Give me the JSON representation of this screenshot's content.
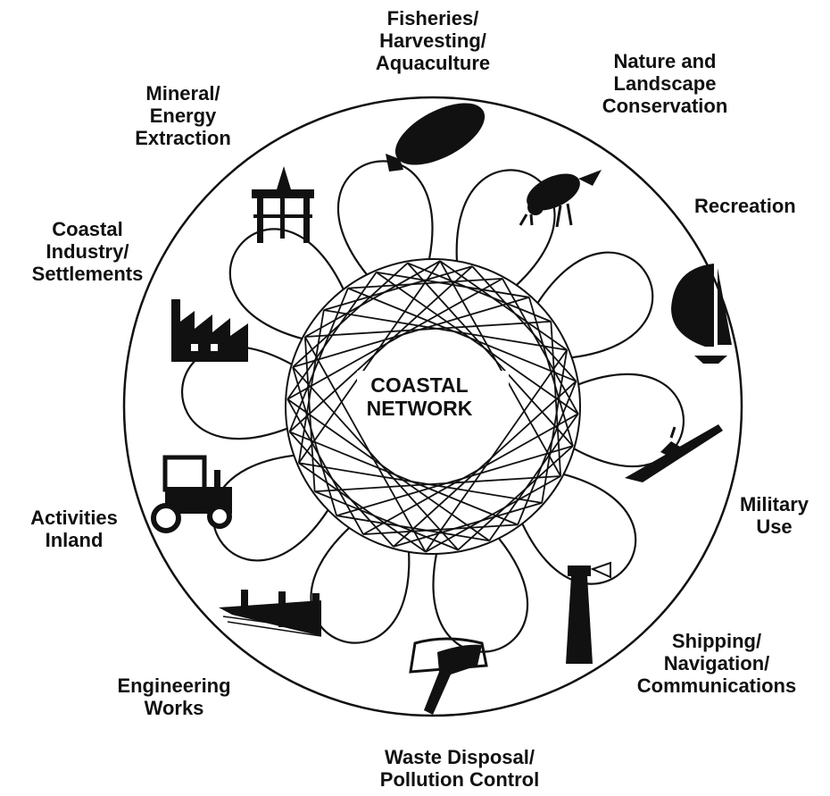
{
  "diagram": {
    "center_label": "COASTAL\nNETWORK",
    "sectors": [
      {
        "id": "fisheries",
        "label": "Fisheries/\nHarvesting/\nAquaculture",
        "icon": "fish-icon"
      },
      {
        "id": "nature",
        "label": "Nature and\nLandscape\nConservation",
        "icon": "bird-icon"
      },
      {
        "id": "recreation",
        "label": "Recreation",
        "icon": "sailboat-icon"
      },
      {
        "id": "military",
        "label": "Military\nUse",
        "icon": "warship-icon"
      },
      {
        "id": "shipping",
        "label": "Shipping/\nNavigation/\nCommunications",
        "icon": "lighthouse-icon"
      },
      {
        "id": "waste",
        "label": "Waste Disposal/\nPollution Control",
        "icon": "waste-pipe-icon"
      },
      {
        "id": "engineering",
        "label": "Engineering\nWorks",
        "icon": "groyne-icon"
      },
      {
        "id": "inland",
        "label": "Activities\nInland",
        "icon": "tractor-icon"
      },
      {
        "id": "industry",
        "label": "Coastal\nIndustry/\nSettlements",
        "icon": "factory-icon"
      },
      {
        "id": "mineral",
        "label": "Mineral/\nEnergy\nExtraction",
        "icon": "oil-rig-icon"
      }
    ]
  }
}
